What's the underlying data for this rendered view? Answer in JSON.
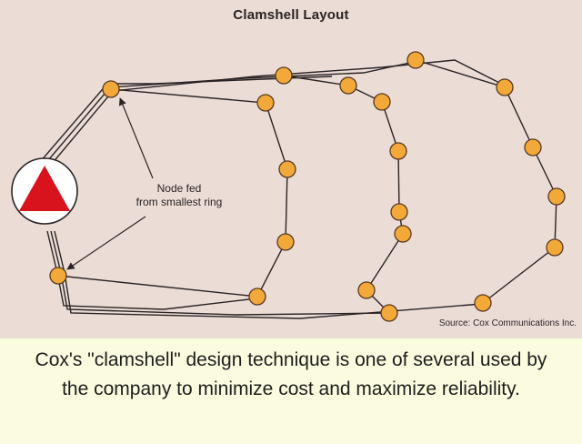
{
  "diagram": {
    "title": "Clamshell Layout",
    "node_label": [
      "Node fed",
      "from smallest ring"
    ],
    "source": "Source: Cox Communications Inc.",
    "colors": {
      "background": "#ebdcd6",
      "node_fill": "#f2a93a",
      "node_stroke": "#5a3a20",
      "hub_triangle": "#d8131e",
      "line": "#2a2424",
      "caption_background": "#fbfbdf"
    },
    "hub_icon": "red-triangle-in-circle",
    "ring_count": 3,
    "nodes_per_ring": [
      6,
      8,
      10
    ]
  },
  "caption": "Cox's \"clamshell\" design technique is one of several used by the company to minimize cost and maximize reliability."
}
